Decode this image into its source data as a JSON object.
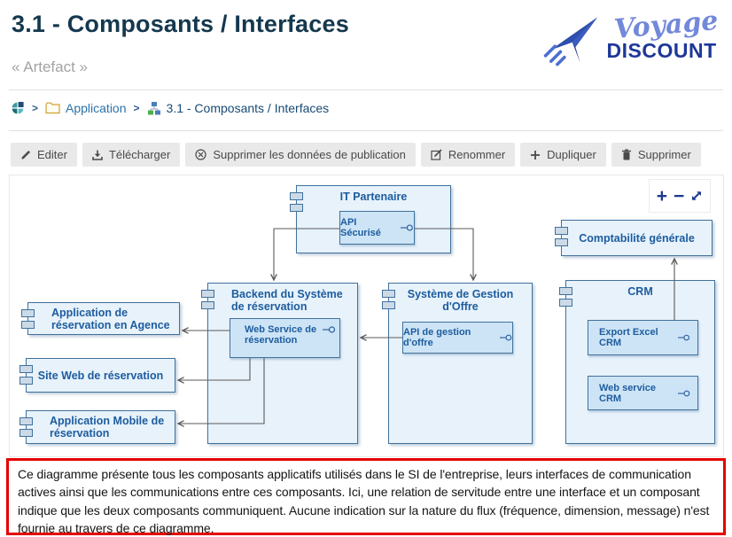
{
  "page": {
    "title": "3.1 - Composants / Interfaces",
    "subtitle": "« Artefact »"
  },
  "logo": {
    "script": "Voyage",
    "caps": "DISCOUNT",
    "icon": "paper-plane-icon"
  },
  "breadcrumb": {
    "separator": ">",
    "root_icon": "pie-chart-icon",
    "links": [
      {
        "icon": "folder-icon",
        "label": "Application"
      },
      {
        "icon": "sitemap-icon",
        "label": "3.1 - Composants / Interfaces"
      }
    ]
  },
  "toolbar": {
    "buttons": [
      {
        "icon": "pencil-icon",
        "label": "Editer"
      },
      {
        "icon": "download-icon",
        "label": "Télécharger"
      },
      {
        "icon": "unpublish-icon",
        "label": "Supprimer les données de publication"
      },
      {
        "icon": "rename-icon",
        "label": "Renommer"
      },
      {
        "icon": "plus-icon",
        "label": "Dupliquer"
      },
      {
        "icon": "trash-icon",
        "label": "Supprimer"
      }
    ]
  },
  "diagram": {
    "zoom_controls": {
      "zoom_in": "+",
      "zoom_out": "−",
      "expand_icon": "expand-arrow-icon"
    },
    "components": [
      {
        "label": "IT Partenaire"
      },
      {
        "label": "Comptabilité générale"
      },
      {
        "label": "Backend du Système de réservation"
      },
      {
        "label": "Système de Gestion d'Offre"
      },
      {
        "label": "CRM"
      },
      {
        "label": "Application de réservation en Agence"
      },
      {
        "label": "Site Web de réservation"
      },
      {
        "label": "Application Mobile de réservation"
      }
    ],
    "interfaces": [
      {
        "label": "API Sécurisé",
        "parent": "IT Partenaire"
      },
      {
        "label": "Web Service de réservation",
        "parent": "Backend du Système de réservation"
      },
      {
        "label": "API de gestion d'offre",
        "parent": "Système de Gestion d'Offre"
      },
      {
        "label": "Export Excel CRM",
        "parent": "CRM"
      },
      {
        "label": "Web service CRM",
        "parent": "CRM"
      }
    ],
    "connections": [
      {
        "from": "API Sécurisé",
        "to": "Backend du Système de réservation"
      },
      {
        "from": "API Sécurisé",
        "to": "Système de Gestion d'Offre"
      },
      {
        "from": "API de gestion d'offre",
        "to": "Backend du Système de réservation"
      },
      {
        "from": "Web Service de réservation",
        "to": "Application de réservation en Agence"
      },
      {
        "from": "Web Service de réservation",
        "to": "Site Web de réservation"
      },
      {
        "from": "Web Service de réservation",
        "to": "Application Mobile de réservation"
      },
      {
        "from": "Export Excel CRM",
        "to": "Comptabilité générale"
      }
    ]
  },
  "note": {
    "text": "Ce diagramme présente tous les composants applicatifs utilisés dans le SI de l'entreprise, leurs interfaces de communication actives ainsi que les communications entre ces composants. Ici, une relation de servitude entre une interface et un composant indique que les deux composants communiquent. Aucune indication sur la nature du flux (fréquence, dimension, message) n'est fournie au travers de ce diagramme."
  },
  "colors": {
    "title": "#14384e",
    "link": "#2b72a8",
    "logo_navy": "#1e3799",
    "logo_script": "#7288da",
    "box_fill": "#e7f2fb",
    "box_inner_fill": "#cde4f6",
    "box_border": "#41719c",
    "box_text": "#1d5c9e",
    "note_border": "#e60000"
  }
}
